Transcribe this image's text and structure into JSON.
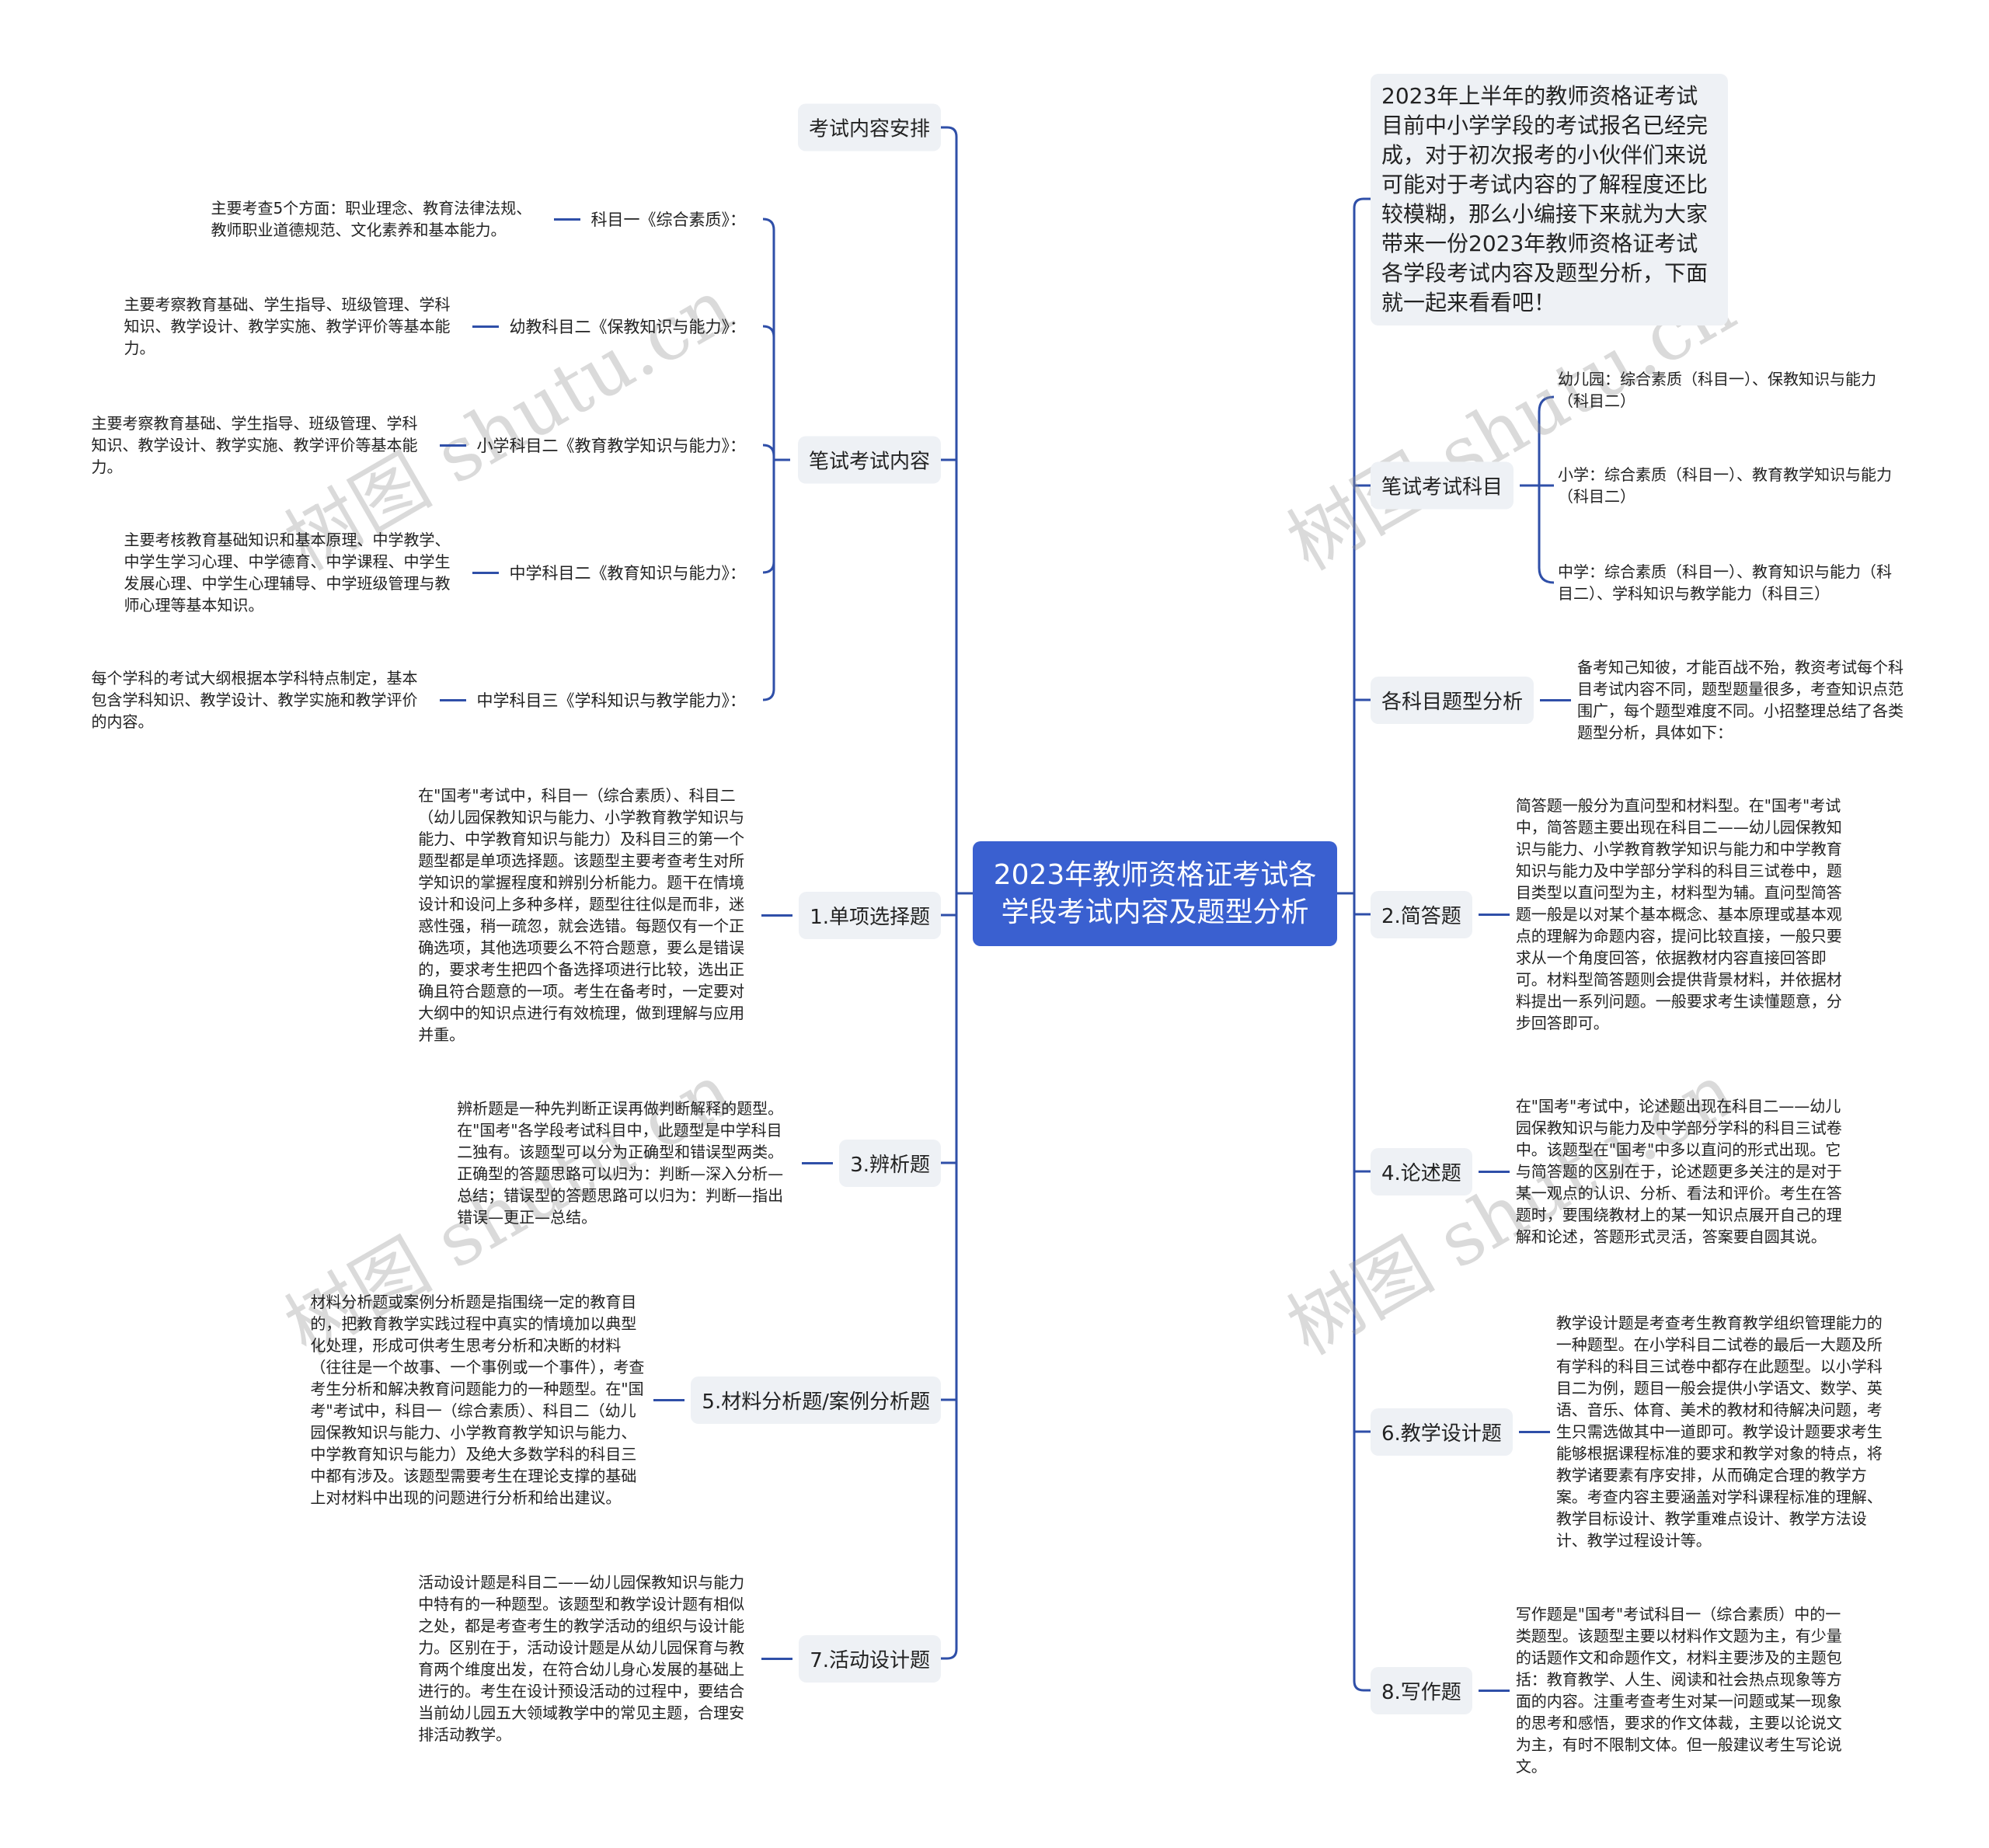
{
  "center_title": "2023年教师资格证考试各学段考试内容及题型分析",
  "watermark": "树图 shutu.cn",
  "left": {
    "exam_arrangement": "考试内容安排",
    "written_content": {
      "label": "笔试考试内容",
      "items": [
        {
          "label": "科目一《综合素质》：",
          "text": "主要考查5个方面：职业理念、教育法律法规、教师职业道德规范、文化素养和基本能力。"
        },
        {
          "label": "幼教科目二《保教知识与能力》：",
          "text": "主要考察教育基础、学生指导、班级管理、学科知识、教学设计、教学实施、教学评价等基本能力。"
        },
        {
          "label": "小学科目二《教育教学知识与能力》：",
          "text": "主要考察教育基础、学生指导、班级管理、学科知识、教学设计、教学实施、教学评价等基本能力。"
        },
        {
          "label": "中学科目二《教育知识与能力》：",
          "text": "主要考核教育基础知识和基本原理、中学教学、中学生学习心理、中学德育、中学课程、中学生发展心理、中学生心理辅导、中学班级管理与教师心理等基本知识。"
        },
        {
          "label": "中学科目三《学科知识与教学能力》：",
          "text": "每个学科的考试大纲根据本学科特点制定，基本包含学科知识、教学设计、教学实施和教学评价的内容。"
        }
      ]
    },
    "single_choice": {
      "label": "1.单项选择题",
      "text": "在\"国考\"考试中，科目一（综合素质）、科目二（幼儿园保教知识与能力、小学教育教学知识与能力、中学教育知识与能力）及科目三的第一个题型都是单项选择题。该题型主要考查考生对所学知识的掌握程度和辨别分析能力。题干在情境设计和设问上多种多样，题型往往似是而非，迷惑性强，稍一疏忽，就会选错。每题仅有一个正确选项，其他选项要么不符合题意，要么是错误的，要求考生把四个备选择项进行比较，选出正确且符合题意的一项。考生在备考时，一定要对大纲中的知识点进行有效梳理，做到理解与应用并重。"
    },
    "discrimination": {
      "label": "3.辨析题",
      "text": "辨析题是一种先判断正误再做判断解释的题型。在\"国考\"各学段考试科目中，此题型是中学科目二独有。该题型可以分为正确型和错误型两类。正确型的答题思路可以归为：判断—深入分析—总结；错误型的答题思路可以归为：判断—指出错误—更正—总结。"
    },
    "material": {
      "label": "5.材料分析题/案例分析题",
      "text": "材料分析题或案例分析题是指围绕一定的教育目的，把教育教学实践过程中真实的情境加以典型化处理，形成可供考生思考分析和决断的材料（往往是一个故事、一个事例或一个事件），考查考生分析和解决教育问题能力的一种题型。在\"国考\"考试中，科目一（综合素质）、科目二（幼儿园保教知识与能力、小学教育教学知识与能力、中学教育知识与能力）及绝大多数学科的科目三中都有涉及。该题型需要考生在理论支撑的基础上对材料中出现的问题进行分析和给出建议。"
    },
    "activity": {
      "label": "7.活动设计题",
      "text": "活动设计题是科目二——幼儿园保教知识与能力中特有的一种题型。该题型和教学设计题有相似之处，都是考查考生的教学活动的组织与设计能力。区别在于，活动设计题是从幼儿园保育与教育两个维度出发，在符合幼儿身心发展的基础上进行的。考生在设计预设活动的过程中，要结合当前幼儿园五大领域教学中的常见主题，合理安排活动教学。"
    }
  },
  "right": {
    "intro": "2023年上半年的教师资格证考试目前中小学学段的考试报名已经完成，对于初次报考的小伙伴们来说可能对于考试内容的了解程度还比较模糊，那么小编接下来就为大家带来一份2023年教师资格证考试各学段考试内容及题型分析，下面就一起来看看吧！",
    "written_subjects": {
      "label": "笔试考试科目",
      "items": [
        "幼儿园：综合素质（科目一）、保教知识与能力（科目二）",
        "小学：综合素质（科目一）、教育教学知识与能力（科目二）",
        "中学：综合素质（科目一）、教育知识与能力（科目二）、学科知识与教学能力（科目三）"
      ]
    },
    "analysis": {
      "label": "各科目题型分析",
      "text": "备考知己知彼，才能百战不殆，教资考试每个科目考试内容不同，题型题量很多，考查知识点范围广，每个题型难度不同。小招整理总结了各类题型分析，具体如下："
    },
    "short_answer": {
      "label": "2.简答题",
      "text": "简答题一般分为直问型和材料型。在\"国考\"考试中，简答题主要出现在科目二——幼儿园保教知识与能力、小学教育教学知识与能力和中学教育知识与能力及中学部分学科的科目三试卷中，题目类型以直问型为主，材料型为辅。直问型简答题一般是以对某个基本概念、基本原理或基本观点的理解为命题内容，提问比较直接，一般只要求从一个角度回答，依据教材内容直接回答即可。材料型简答题则会提供背景材料，并依据材料提出一系列问题。一般要求考生读懂题意，分步回答即可。"
    },
    "essay": {
      "label": "4.论述题",
      "text": "在\"国考\"考试中，论述题出现在科目二——幼儿园保教知识与能力及中学部分学科的科目三试卷中。该题型在\"国考\"中多以直问的形式出现。它与简答题的区别在于，论述题更多关注的是对于某一观点的认识、分析、看法和评价。考生在答题时，要围绕教材上的某一知识点展开自己的理解和论述，答题形式灵活，答案要自圆其说。"
    },
    "teaching_design": {
      "label": "6.教学设计题",
      "text": "教学设计题是考查考生教育教学组织管理能力的一种题型。在小学科目二试卷的最后一大题及所有学科的科目三试卷中都存在此题型。以小学科目二为例，题目一般会提供小学语文、数学、英语、音乐、体育、美术的教材和待解决问题，考生只需选做其中一道即可。教学设计题要求考生能够根据课程标准的要求和教学对象的特点，将教学诸要素有序安排，从而确定合理的教学方案。考查内容主要涵盖对学科课程标准的理解、教学目标设计、教学重难点设计、教学方法设计、教学过程设计等。"
    },
    "writing": {
      "label": "8.写作题",
      "text": "写作题是\"国考\"考试科目一（综合素质）中的一类题型。该题型主要以材料作文题为主，有少量的话题作文和命题作文，材料主要涉及的主题包括：教育教学、人生、阅读和社会热点现象等方面的内容。注重考查考生对某一问题或某一现象的思考和感悟，要求的作文体裁，主要以论说文为主，有时不限制文体。但一般建议考生写论说文。"
    }
  },
  "colors": {
    "center": "#3a60d0",
    "line": "#2f4fa8",
    "node_bg": "#eef1f5"
  }
}
